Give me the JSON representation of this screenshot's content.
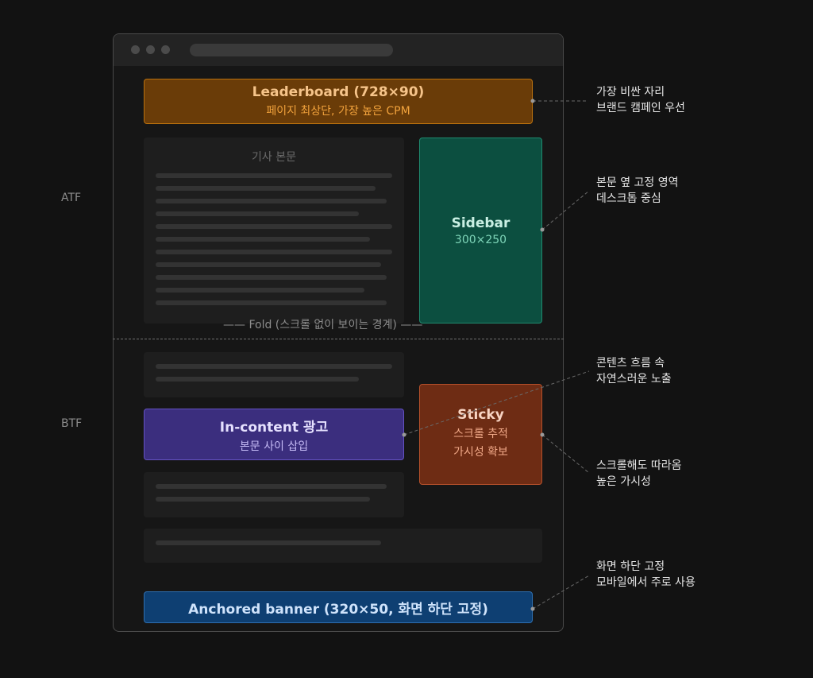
{
  "side_labels": {
    "atf": "ATF",
    "btf": "BTF"
  },
  "ads": {
    "leaderboard": {
      "title": "Leaderboard (728×90)",
      "subtitle": "페이지 최상단, 가장 높은 CPM"
    },
    "sidebar": {
      "title": "Sidebar",
      "subtitle": "300×250"
    },
    "incontent": {
      "title": "In-content 광고",
      "subtitle": "본문 사이 삽입"
    },
    "sticky": {
      "title": "Sticky",
      "subtitle_1": "스크롤 추적",
      "subtitle_2": "가시성 확보"
    },
    "anchored": {
      "title": "Anchored banner (320×50, 화면 하단 고정)"
    }
  },
  "article": {
    "title": "기사 본문"
  },
  "fold": {
    "label": "—— Fold (스크롤 없이 보이는 경계) ——"
  },
  "notes": {
    "leaderboard": [
      "가장 비싼 자리",
      "브랜드 캠페인 우선"
    ],
    "sidebar": [
      "본문 옆 고정 영역",
      "데스크톱 중심"
    ],
    "incontent": [
      "콘텐츠 흐름 속",
      "자연스러운 노출"
    ],
    "sticky": [
      "스크롤해도 따라옴",
      "높은 가시성"
    ],
    "anchored": [
      "화면 하단 고정",
      "모바일에서 주로 사용"
    ]
  },
  "colors": {
    "leaderboard": "#6a3c08",
    "sidebar": "#0c4f40",
    "incontent": "#3b2e7e",
    "sticky": "#6e2c14",
    "anchored": "#0e3f72"
  }
}
